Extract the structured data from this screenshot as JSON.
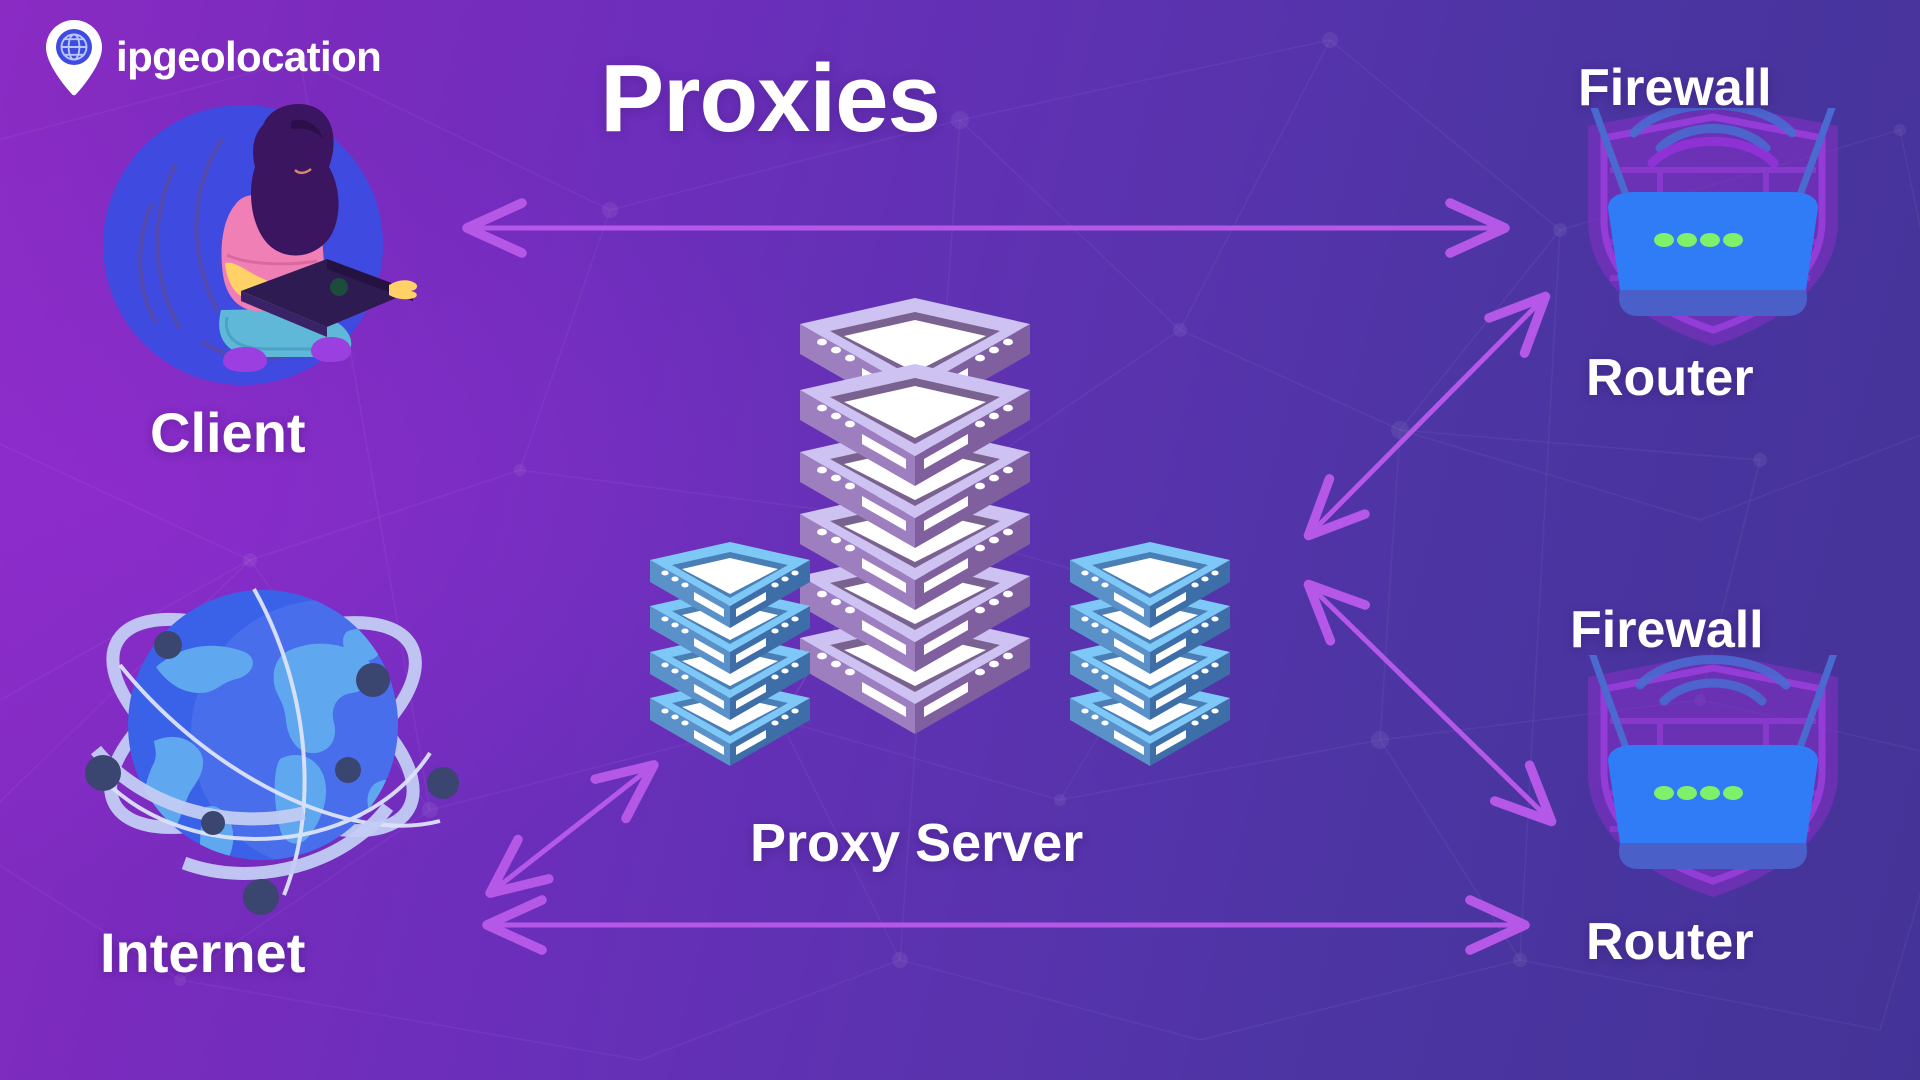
{
  "brand": {
    "name": "ipgeolocation",
    "pin_icon": "map-pin-globe-icon"
  },
  "title": "Proxies",
  "theme": {
    "background_left": "#8a2bc4",
    "background_right": "#443397",
    "arrow_color": "#b558e8",
    "label_color": "#ffffff",
    "router_body": "#2f7cf6",
    "router_led": "#7ff06a",
    "shield_color": "#8b2fc8",
    "globe_ocean": "#3a62e8",
    "globe_land": "#5fa8f0",
    "globe_orbit": "#c3cdf5",
    "globe_node": "#3a4570",
    "server_tower": "#c9bff0",
    "server_side": "#8d6fae",
    "server_blue_top": "#7ec8f7",
    "server_blue_side": "#4a7fb5",
    "client_circle": "#3f4ae0",
    "client_shirt": "#ef7fb4",
    "client_jeans": "#5fb8d8",
    "client_hair": "#3b1560",
    "client_skin": "#ffd166",
    "client_laptop": "#2e1b52",
    "client_shoes": "#9b3fe0"
  },
  "nodes": [
    {
      "id": "client",
      "label": "Client",
      "icon": "person-with-laptop-icon"
    },
    {
      "id": "internet",
      "label": "Internet",
      "icon": "globe-network-icon"
    },
    {
      "id": "proxy",
      "label": "Proxy Server",
      "icon": "isometric-server-stack-icon"
    },
    {
      "id": "firewall-top",
      "label": "Firewall",
      "icon": "shield-brick-icon"
    },
    {
      "id": "router-top",
      "label": "Router",
      "icon": "wifi-router-icon"
    },
    {
      "id": "firewall-bottom",
      "label": "Firewall",
      "icon": "shield-brick-icon"
    },
    {
      "id": "router-bottom",
      "label": "Router",
      "icon": "wifi-router-icon"
    }
  ],
  "connections": [
    {
      "id": "client-to-router-top",
      "from": "Client",
      "to": "Router",
      "style": "double-arrow",
      "orientation": "horizontal"
    },
    {
      "id": "proxy-to-router-top",
      "from": "Proxy Server",
      "to": "Router",
      "style": "double-arrow",
      "orientation": "diagonal-up"
    },
    {
      "id": "proxy-to-router-bottom",
      "from": "Proxy Server",
      "to": "Router",
      "style": "double-arrow",
      "orientation": "diagonal-down"
    },
    {
      "id": "internet-to-proxy",
      "from": "Internet",
      "to": "Proxy Server",
      "style": "double-arrow",
      "orientation": "diagonal-up"
    },
    {
      "id": "internet-to-router-bottom",
      "from": "Internet",
      "to": "Router",
      "style": "double-arrow",
      "orientation": "horizontal"
    }
  ],
  "router_leds": 4
}
